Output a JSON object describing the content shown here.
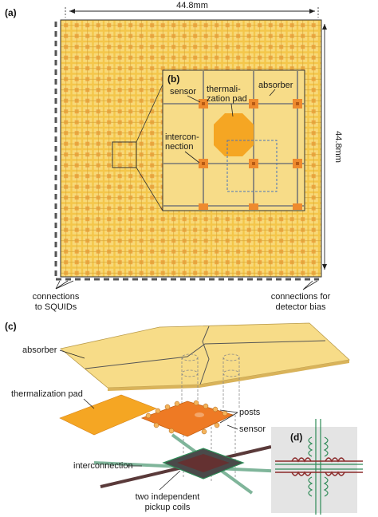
{
  "panel_a": {
    "label": "(a)",
    "width_dim": "44.8mm",
    "height_dim": "44.8mm",
    "connections_squids": [
      "connections",
      "to SQUIDs"
    ],
    "connections_bias": [
      "connections for",
      "detector bias"
    ]
  },
  "panel_b": {
    "label": "(b)",
    "sensor": "sensor",
    "thermalization_pad": [
      "thermali-",
      "zation pad"
    ],
    "absorber": "absorber",
    "interconnection": [
      "intercon-",
      "nection"
    ]
  },
  "panel_c": {
    "label": "(c)",
    "absorber": "absorber",
    "thermalization_pad": "thermalization pad",
    "posts": "posts",
    "sensor": "sensor",
    "interconnection": "interconnection",
    "pickup_coils": [
      "two independent",
      "pickup coils"
    ]
  },
  "panel_d": {
    "label": "(d)"
  },
  "colors": {
    "absorber": "#f7dc88",
    "array_bg": "#f4c64a",
    "sensor": "#ee8a2e",
    "thermal_pad": "#f5a623",
    "coil": "#8b2a2a",
    "wiring": "#2e8b57"
  }
}
